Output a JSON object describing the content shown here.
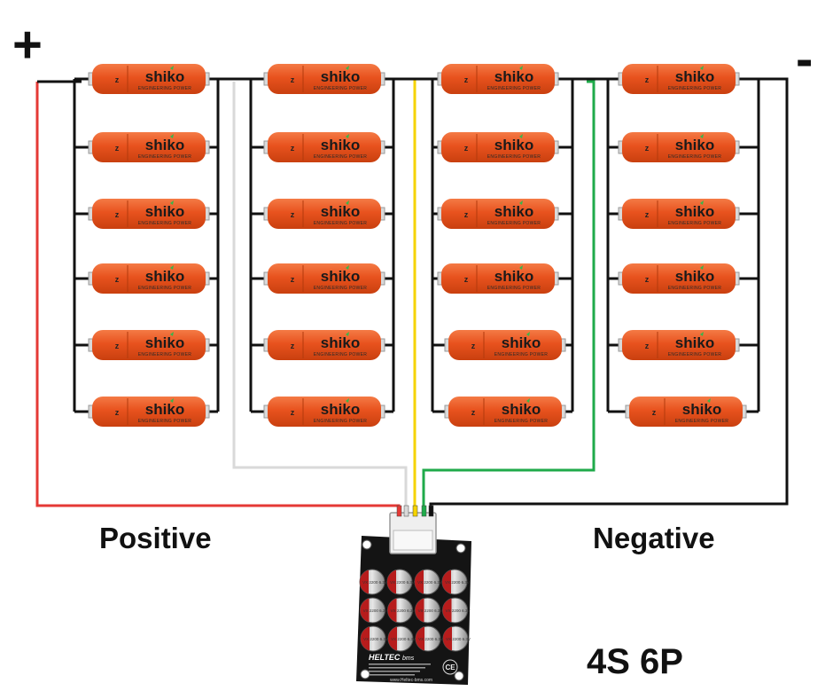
{
  "labels": {
    "positive_sign": "+",
    "negative_sign": "-",
    "positive": "Positive",
    "negative": "Negative",
    "configuration": "4S 6P"
  },
  "battery": {
    "brand": "shiko",
    "tagline": "ENGINEERING POWER",
    "series_groups": 4,
    "cells_per_group": 6,
    "cell_color": "#e8521e"
  },
  "balancer": {
    "brand": "HELTEC",
    "brand_suffix": "bms",
    "capacitor_text": "VX 2200 6.3V",
    "capacitor_rows": 3,
    "capacitor_cols": 4,
    "website": "www.Heltec-bms.com",
    "cert": "CE"
  },
  "wires": {
    "positive": "#e53935",
    "balance_1": "#d9d9d9",
    "balance_2": "#f5d300",
    "balance_3": "#1faa4a",
    "negative": "#111111"
  }
}
